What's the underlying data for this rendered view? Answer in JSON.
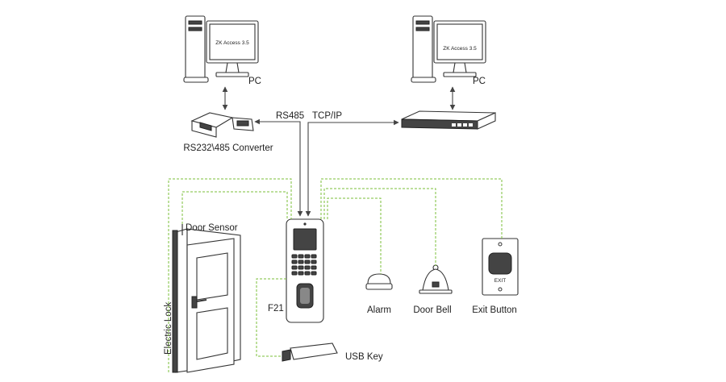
{
  "colors": {
    "wiring": "#7bbf3a",
    "line": "#444444",
    "device": "#333333"
  },
  "pc_left": {
    "screen_text": "ZK Access 3.5",
    "label": "PC"
  },
  "pc_right": {
    "screen_text": "ZK Access 3.5",
    "label": "PC"
  },
  "converter": {
    "label": "RS232\\485 Converter"
  },
  "links": {
    "rs485": "RS485",
    "tcpip": "TCP/IP"
  },
  "devices": {
    "door_sensor": "Door Sensor",
    "electric_lock": "Electric Lock",
    "terminal": "F21",
    "alarm": "Alarm",
    "door_bell": "Door Bell",
    "exit_button": "Exit Button",
    "exit_text": "EXIT",
    "usb_key": "USB Key"
  }
}
